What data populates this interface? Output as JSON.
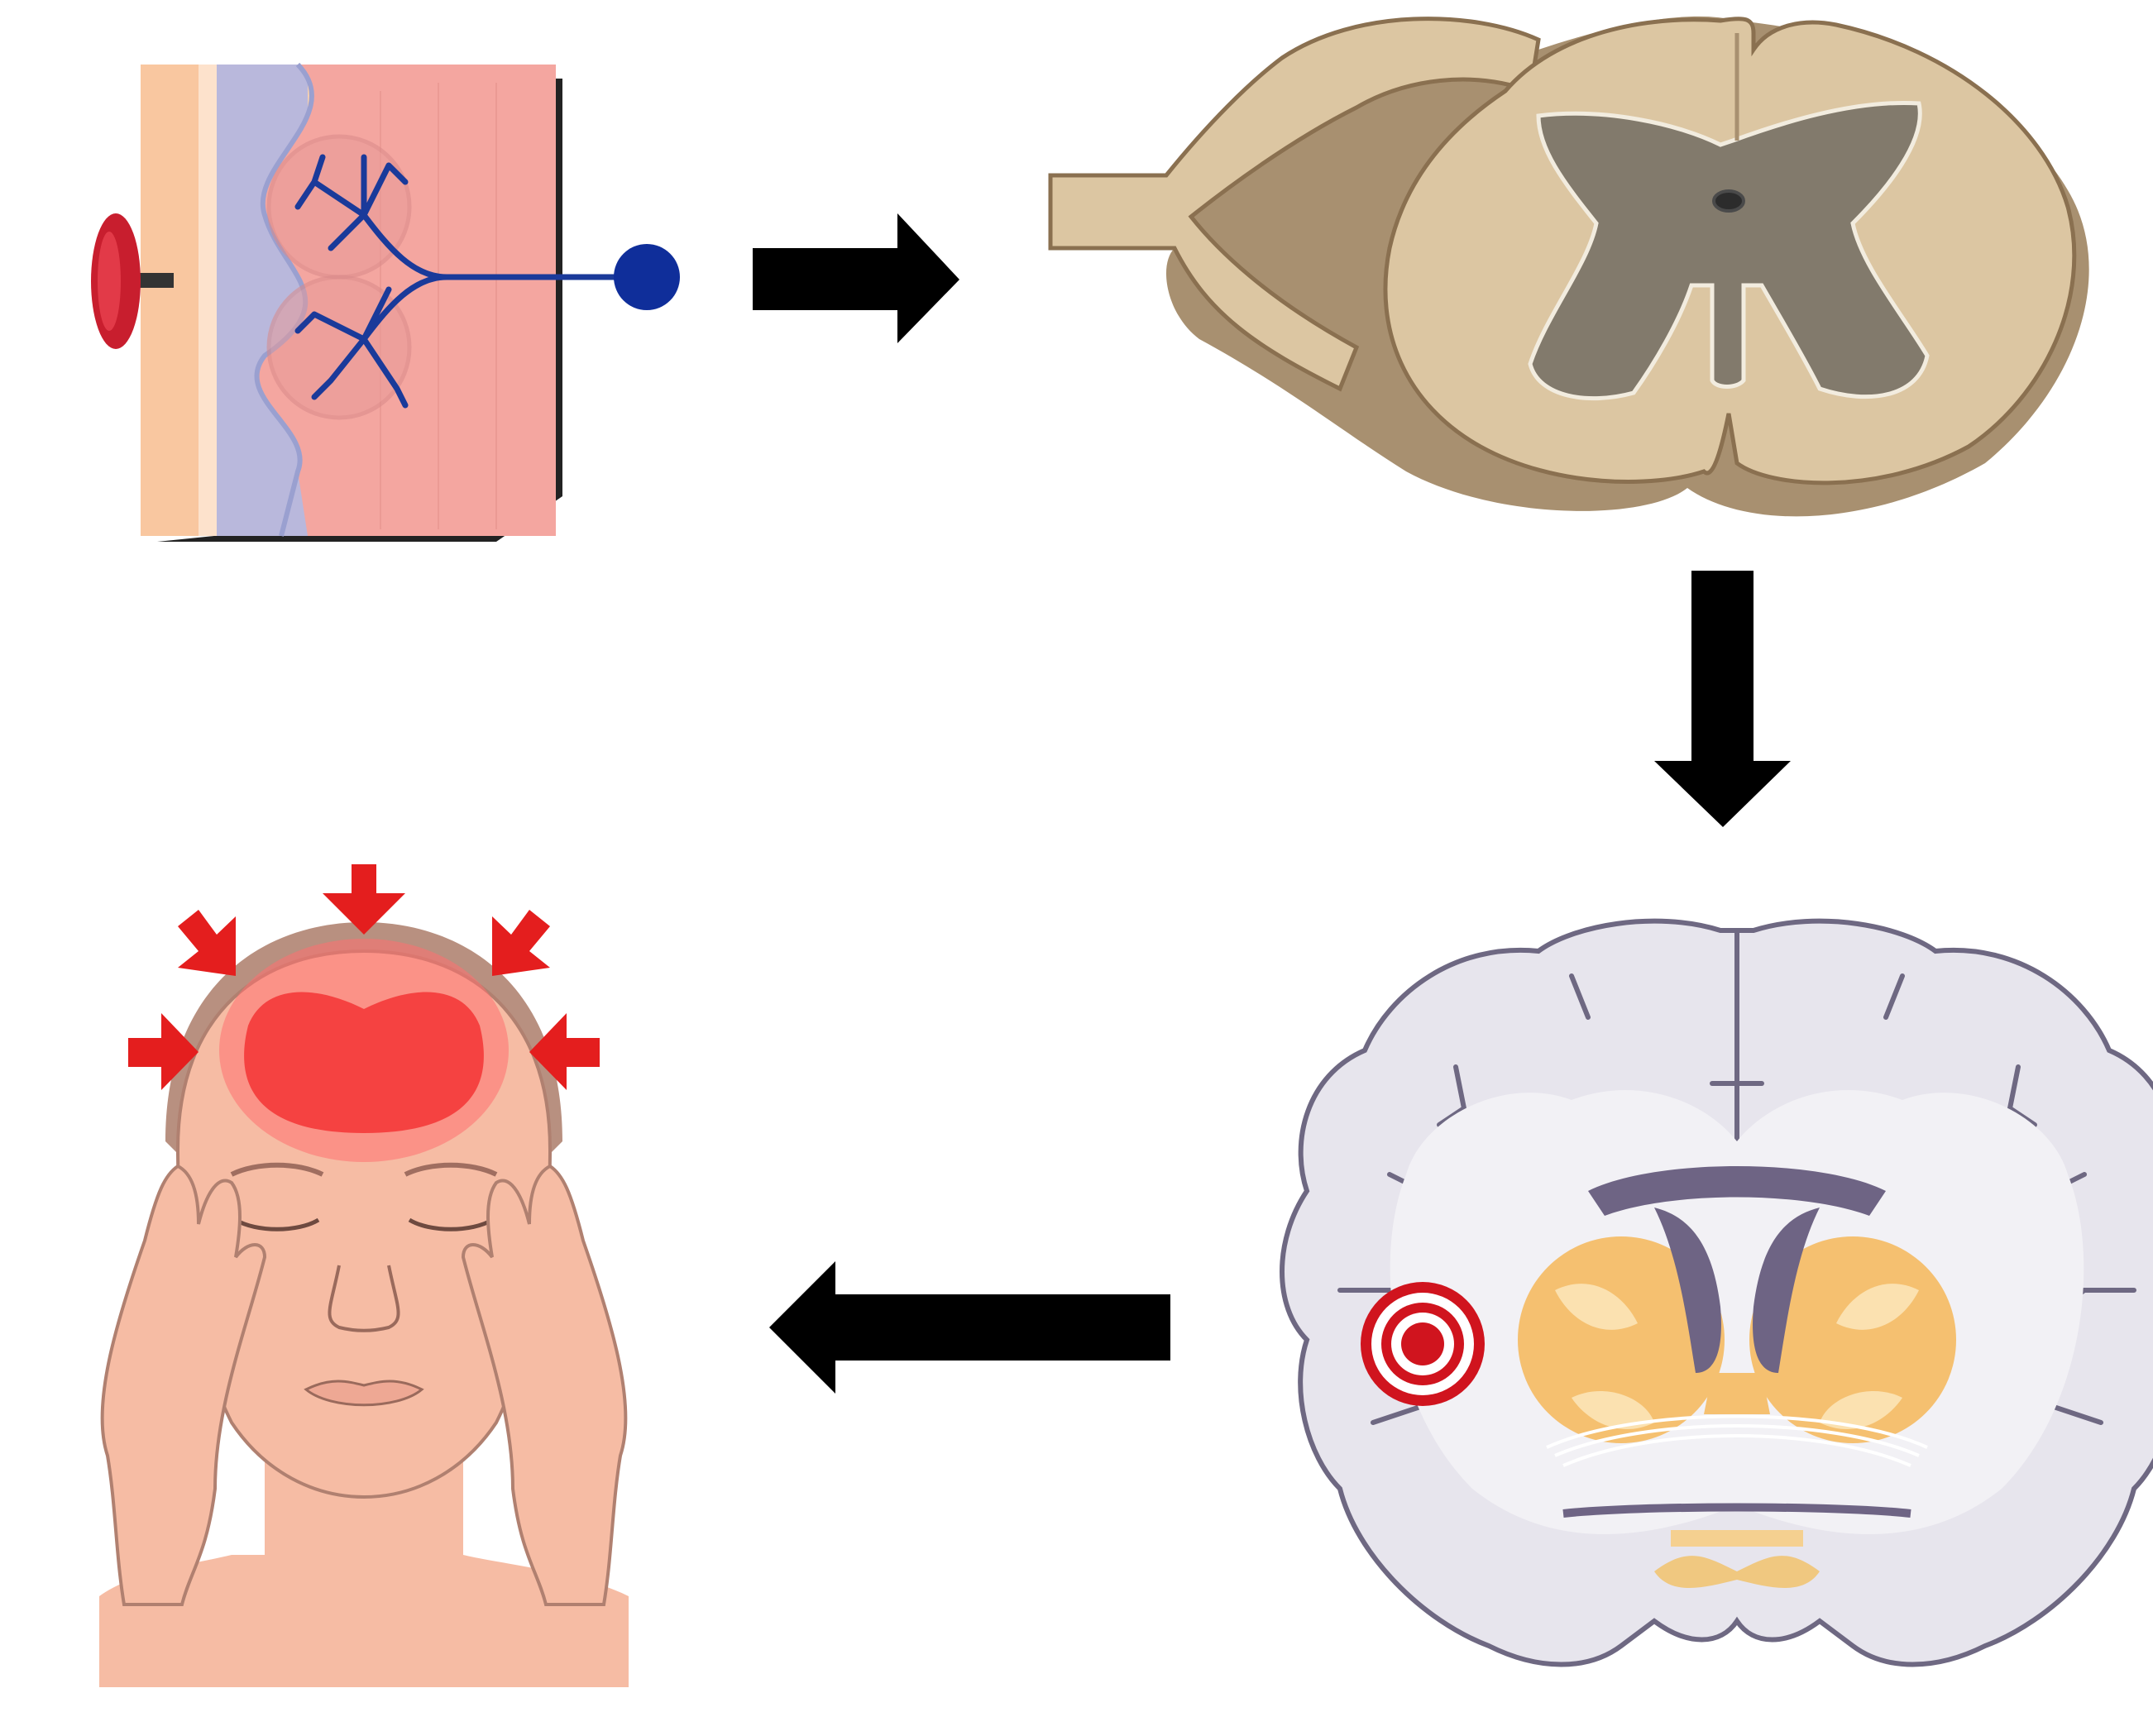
{
  "diagram": {
    "description_visible_text": "",
    "panels": [
      {
        "id": "skin",
        "icon": "skin-receptor-icon"
      },
      {
        "id": "spinal-cord",
        "icon": "spinal-cord-section-icon"
      },
      {
        "id": "brain",
        "icon": "brain-coronal-section-icon"
      },
      {
        "id": "head-pain",
        "icon": "headache-face-icon"
      }
    ],
    "arrows": [
      {
        "from": "skin",
        "to": "spinal-cord",
        "direction": "right"
      },
      {
        "from": "spinal-cord",
        "to": "brain",
        "direction": "down"
      },
      {
        "from": "brain",
        "to": "head-pain",
        "direction": "left"
      }
    ],
    "colors": {
      "arrow": "#000000",
      "skin_epidermis": "#f8c8a0",
      "skin_dermis": "#f4a8a0",
      "nerve": "#1a3a9a",
      "spinal_white": "#dcc8a4",
      "spinal_grey": "#827a6c",
      "brain_cortex": "#e6e4ec",
      "brain_deep": "#f5c070",
      "ventricle": "#6e6484",
      "pain_red": "#e41e1e",
      "face_skin": "#f6bca4"
    }
  }
}
